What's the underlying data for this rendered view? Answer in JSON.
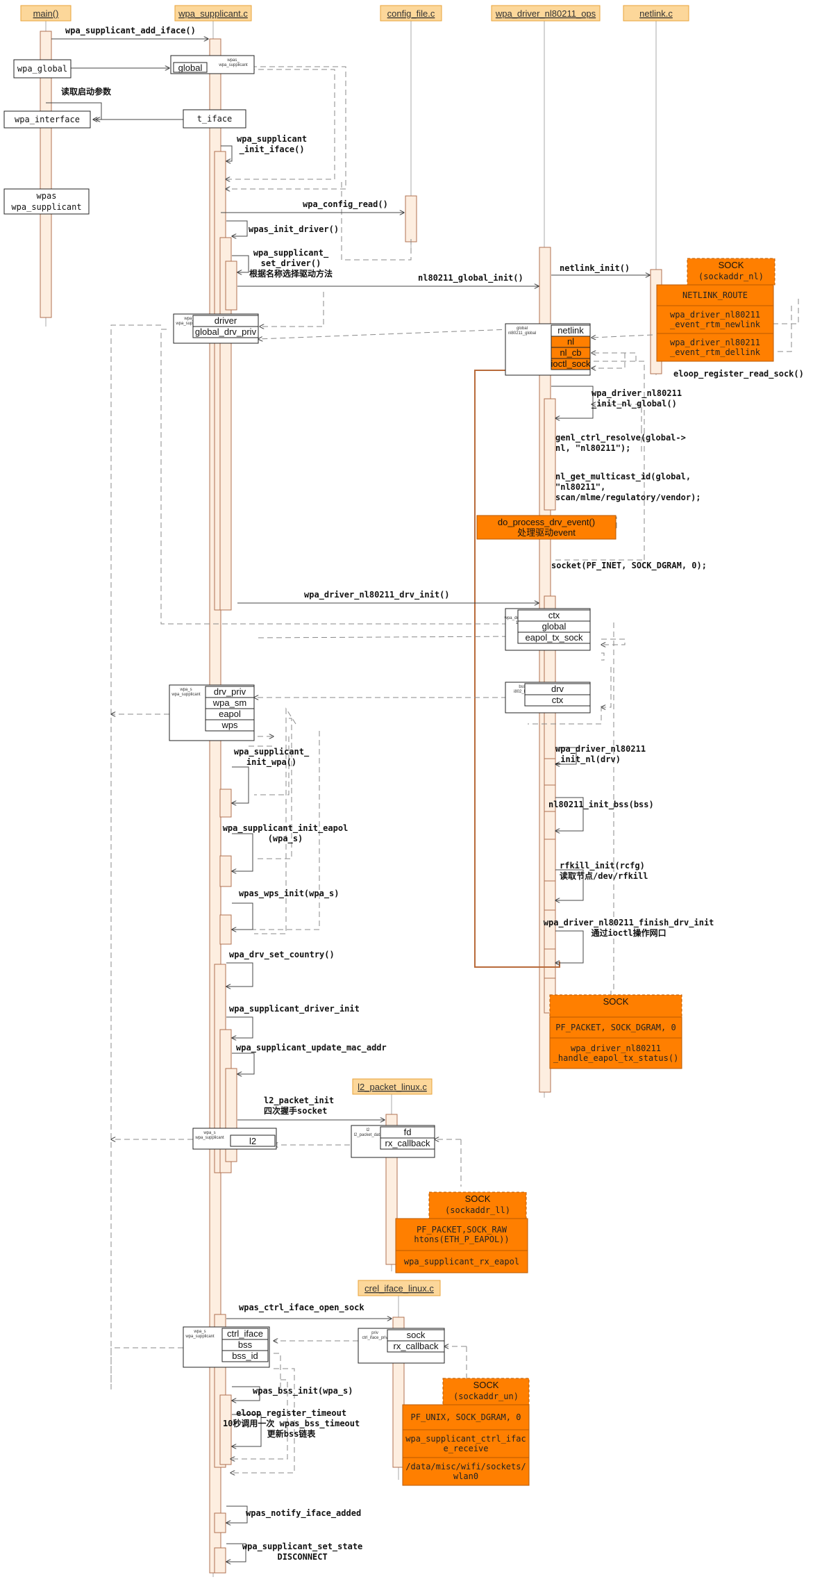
{
  "participants": [
    {
      "id": "main",
      "label": "main()"
    },
    {
      "id": "wpas",
      "label": "wpa_supplicant.c"
    },
    {
      "id": "conf",
      "label": "config_file.c"
    },
    {
      "id": "drv",
      "label": "wpa_driver_nl80211_ops"
    },
    {
      "id": "nlk",
      "label": "netlink.c"
    },
    {
      "id": "l2",
      "label": "l2_packet_linux.c"
    },
    {
      "id": "ctrl",
      "label": "crel_iface_linux.c"
    }
  ],
  "messages": [
    {
      "id": "m1",
      "text": [
        "wpa_supplicant_add_iface()"
      ]
    },
    {
      "id": "m2",
      "text": [
        "读取启动参数"
      ]
    },
    {
      "id": "m3",
      "text": [
        "wpa_supplicant",
        "_init_iface()"
      ]
    },
    {
      "id": "m4",
      "text": [
        "wpa_config_read()"
      ]
    },
    {
      "id": "m5",
      "text": [
        "wpas_init_driver()"
      ]
    },
    {
      "id": "m6",
      "text": [
        "wpa_supplicant_",
        "set_driver()",
        "根据名称选择驱动方法"
      ]
    },
    {
      "id": "m7",
      "text": [
        "nl80211_global_init()"
      ]
    },
    {
      "id": "m8",
      "text": [
        "netlink_init()"
      ]
    },
    {
      "id": "m9",
      "text": [
        "eloop_register_read_sock()"
      ]
    },
    {
      "id": "m10",
      "text": [
        "wpa_driver_nl80211",
        "_init_nl_global()"
      ]
    },
    {
      "id": "m11",
      "text": [
        "genl_ctrl_resolve(global->",
        "nl, \"nl80211\");"
      ]
    },
    {
      "id": "m12",
      "text": [
        "nl_get_multicast_id(global,",
        "\"nl80211\",",
        "scan/mlme/regulatory/vendor);"
      ]
    },
    {
      "id": "m13",
      "text": [
        "socket(PF_INET, SOCK_DGRAM, 0);"
      ]
    },
    {
      "id": "m14",
      "text": [
        "wpa_driver_nl80211_drv_init()"
      ]
    },
    {
      "id": "m15",
      "text": [
        "wpa_supplicant_",
        "init_wpa()"
      ]
    },
    {
      "id": "m16",
      "text": [
        "wpa_supplicant_init_eapol",
        "(wpa_s)"
      ]
    },
    {
      "id": "m17",
      "text": [
        "wpas_wps_init(wpa_s)"
      ]
    },
    {
      "id": "m18",
      "text": [
        "wpa_drv_set_country()"
      ]
    },
    {
      "id": "m19",
      "text": [
        "wpa_supplicant_driver_init"
      ]
    },
    {
      "id": "m20",
      "text": [
        "wpa_supplicant_update_mac_addr"
      ]
    },
    {
      "id": "m21",
      "text": [
        "wpa_driver_nl80211",
        "_init_nl(drv)"
      ]
    },
    {
      "id": "m22",
      "text": [
        "nl80211_init_bss(bss)"
      ]
    },
    {
      "id": "m23",
      "text": [
        "rfkill_init(rcfg)",
        "读取节点/dev/rfkill"
      ]
    },
    {
      "id": "m24",
      "text": [
        "wpa_driver_nl80211_finish_drv_init",
        "通过ioctl操作网口"
      ]
    },
    {
      "id": "m25",
      "text": [
        "l2_packet_init",
        "四次握手socket"
      ]
    },
    {
      "id": "m26",
      "text": [
        "wpas_ctrl_iface_open_sock"
      ]
    },
    {
      "id": "m27",
      "text": [
        "wpas_bss_init(wpa_s)"
      ]
    },
    {
      "id": "m28",
      "text": [
        "eloop_register_timeout",
        "10秒调用一次 wpas_bss_timeout",
        "更新bss链表"
      ]
    },
    {
      "id": "m29",
      "text": [
        "wpas_notify_iface_added"
      ]
    },
    {
      "id": "m30",
      "text": [
        "wpa_supplicant_set_state",
        "DISCONNECT"
      ]
    }
  ],
  "boxes": {
    "wpa_global": "wpa_global",
    "wpa_interface": "wpa_interface",
    "wpas_wpa_supplicant": [
      "wpas",
      "wpa_supplicant"
    ],
    "t_iface": "t_iface",
    "global_small": {
      "tag": [
        "wpas_",
        "wpa_supplicant"
      ],
      "field": "global"
    },
    "driver_box": {
      "tag": [
        "wpa_s",
        "wpa_supplicant"
      ],
      "fields": [
        "driver",
        "global_drv_priv"
      ]
    },
    "nl80211_global": {
      "tag": [
        "global",
        "nl80211_global"
      ],
      "fields": [
        "netlink",
        "nl",
        "nl_cb",
        "ioctl_sock"
      ]
    },
    "drv_box": {
      "tag": [
        "drv",
        "wpa_driver_nl8021",
        "1_data"
      ],
      "fields": [
        "ctx",
        "global",
        "eapol_tx_sock"
      ]
    },
    "bss_box": {
      "tag": [
        "bss",
        "i802_bss"
      ],
      "fields": [
        "drv",
        "ctx"
      ]
    },
    "drvpriv_box": {
      "tag": [
        "wpa_s",
        "wpa_supplicant"
      ],
      "fields": [
        "drv_priv",
        "wpa_sm",
        "eapol",
        "wps"
      ]
    },
    "l2_wpas": {
      "tag": [
        "wpa_s",
        "wpa_supplicant"
      ],
      "field": "l2"
    },
    "l2_box": {
      "tag": [
        "l2",
        "l2_packet_data"
      ],
      "fields": [
        "fd",
        "rx_callback"
      ]
    },
    "ctrl_wpas": {
      "tag": [
        "wpa_s",
        "wpa_supplicant"
      ],
      "fields": [
        "ctrl_iface",
        "bss",
        "bss_id"
      ]
    },
    "priv_box": {
      "tag": [
        "priv",
        "ctrl_iface_priv"
      ],
      "fields": [
        "sock",
        "rx_callback"
      ]
    }
  },
  "sockets": [
    {
      "id": "s1",
      "title": "SOCK",
      "sub": "(sockaddr_nl)",
      "rows": [
        [
          "NETLINK_ROUTE"
        ],
        [
          "wpa_driver_nl80211",
          "_event_rtm_newlink"
        ],
        [
          "wpa_driver_nl80211",
          "_event_rtm_dellink"
        ]
      ]
    },
    {
      "id": "s2",
      "title": "SOCK",
      "sub": "",
      "rows": [
        [
          "PF_PACKET, SOCK_DGRAM, 0"
        ],
        [
          "wpa_driver_nl80211",
          "_handle_eapol_tx_status()"
        ]
      ]
    },
    {
      "id": "s3",
      "title": "SOCK",
      "sub": "(sockaddr_ll)",
      "rows": [
        [
          "PF_PACKET,SOCK_RAW",
          "htons(ETH_P_EAPOL))"
        ],
        [
          "wpa_supplicant_rx_eapol"
        ]
      ]
    },
    {
      "id": "s4",
      "title": "SOCK",
      "sub": "(sockaddr_un)",
      "rows": [
        [
          "PF_UNIX, SOCK_DGRAM, 0"
        ],
        [
          "wpa_supplicant_ctrl_ifac",
          "e_receive"
        ],
        [
          "/data/misc/wifi/sockets/",
          "wlan0"
        ]
      ]
    }
  ],
  "process_event": [
    "do_process_drv_event()",
    "处理驱动event"
  ],
  "colors": {
    "header_fill": "#fcd79a",
    "header_stroke": "#e8a33a",
    "lifeline": "#aaaaaa",
    "activation_fill": "#fdeee0",
    "activation_stroke": "#b07050",
    "orange": "#ff7f00",
    "orange_dark": "#b95a00",
    "dash": "#888888",
    "ring": "#b86a3a"
  }
}
